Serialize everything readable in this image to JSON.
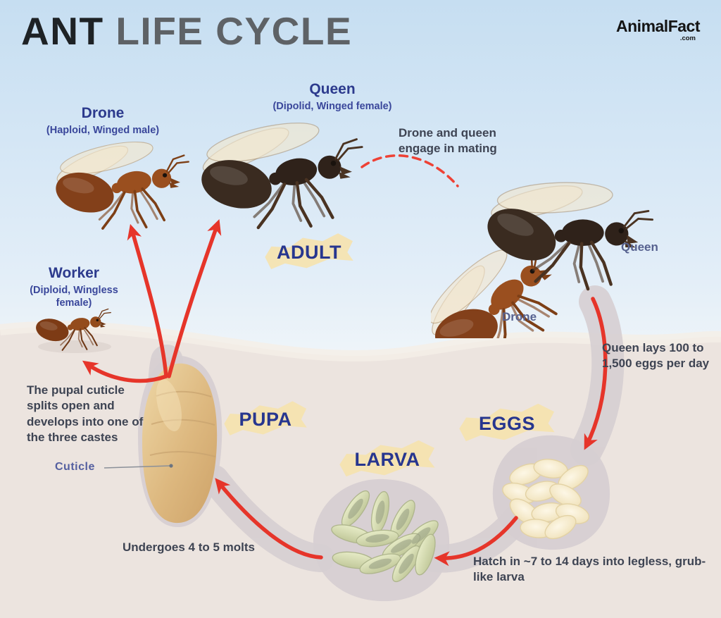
{
  "title": {
    "part1": "ANT",
    "part2": "LIFE CYCLE"
  },
  "logo": {
    "name": "AnimalFact",
    "tld": ".com"
  },
  "castes": {
    "drone": {
      "name": "Drone",
      "subtitle": "(Haploid, Winged male)"
    },
    "queen": {
      "name": "Queen",
      "subtitle": "(Dipolid, Winged female)"
    },
    "worker": {
      "name": "Worker",
      "subtitle": "(Diploid, Wingless female)"
    }
  },
  "stages": {
    "adult": "ADULT",
    "pupa": "PUPA",
    "larva": "LARVA",
    "eggs": "EGGS"
  },
  "annotations": {
    "mating": "Drone and queen engage in mating",
    "queen_lays": "Queen lays 100 to 1,500 eggs per day",
    "hatch": "Hatch in ~7 to 14 days into legless, grub-like larva",
    "molts": "Undergoes 4 to 5 molts",
    "pupal_cuticle": "The pupal cuticle splits open and develops into one of the three castes",
    "cuticle_pointer": "Cuticle",
    "pair_queen": "Queen",
    "pair_drone": "Drone"
  },
  "colors": {
    "sky_top": "#c6def1",
    "ground": "#ece4df",
    "navy_label": "#2c3a8d",
    "stage_navy": "#27368f",
    "slate_text": "#3e4453",
    "arrow_red": "#e6352a",
    "highlight_tan": "#f6e2ad",
    "blob_gray": "#d6ced1",
    "egg_cream": "#f9f0d9",
    "pupa_tan": "#ddb87f",
    "larva_green": "#dde3ba"
  }
}
